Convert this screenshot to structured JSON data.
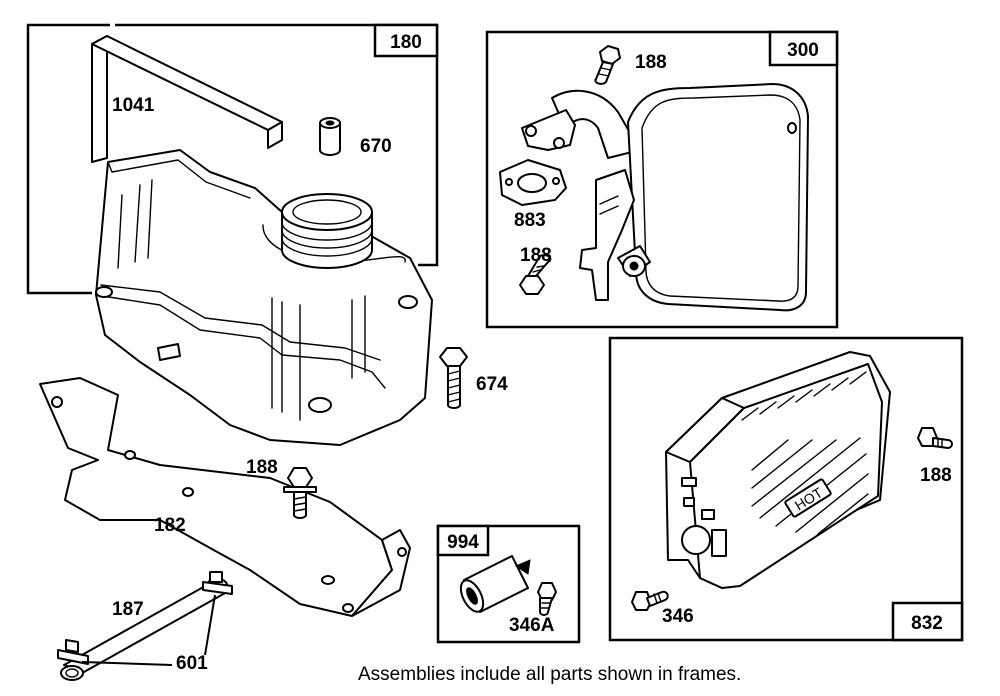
{
  "frames": [
    {
      "id": "180"
    },
    {
      "id": "300"
    },
    {
      "id": "832"
    },
    {
      "id": "994"
    }
  ],
  "labels": {
    "p1041": "1041",
    "p670": "670",
    "p674": "674",
    "p188_top": "188",
    "p883": "883",
    "p188_muffler": "188",
    "p188_bracket": "188",
    "p188_guard": "188",
    "p182": "182",
    "p187": "187",
    "p601": "601",
    "p346": "346",
    "p346a": "346A"
  },
  "guard_text": "HOT",
  "footnote": "Assemblies include all parts shown in frames."
}
